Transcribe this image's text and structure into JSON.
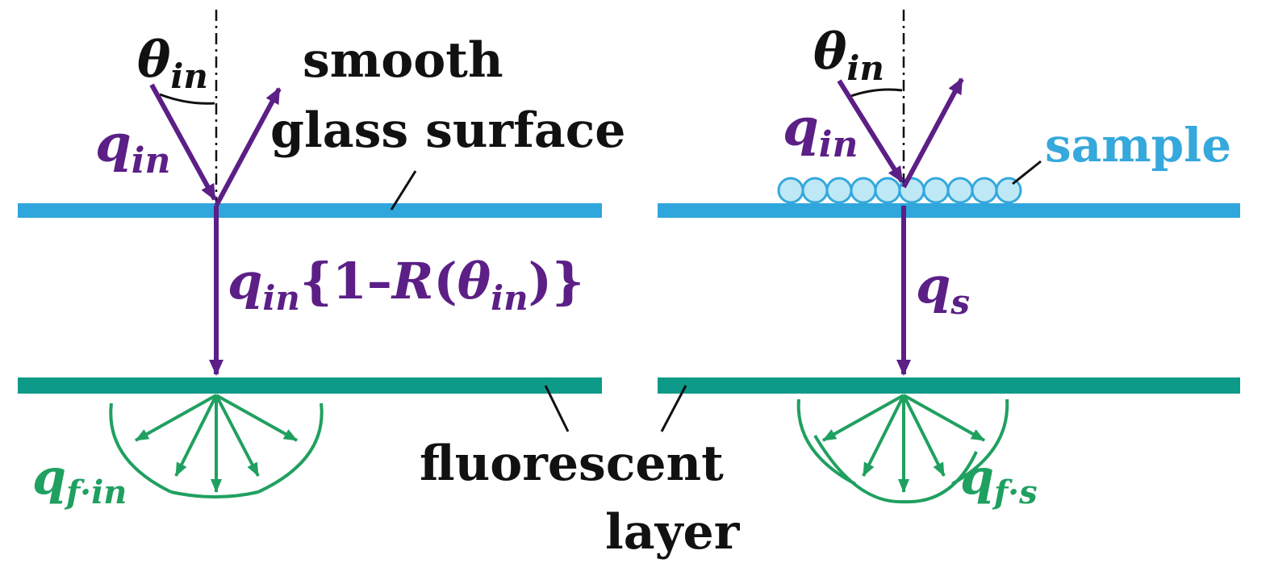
{
  "colors": {
    "glass": "#2fa6dc",
    "fluorescent": "#0e9a88",
    "incident": "#5b1f86",
    "emission": "#20a060",
    "sample": "#35a8dc",
    "text": "#111111"
  },
  "left_panel": {
    "theta_label": {
      "base": "θ",
      "sub": "in"
    },
    "incident_label": {
      "base": "q",
      "sub": "in"
    },
    "surface_label_line1": "smooth",
    "surface_label_line2": "glass surface",
    "transmitted_label": {
      "base": "q",
      "sub1": "in",
      "mid": "{1–",
      "R": "R",
      "paren_open": "(",
      "theta": "θ",
      "sub2": "in",
      "close": ")}"
    },
    "emission_label": {
      "base": "q",
      "sub": "f·in"
    }
  },
  "right_panel": {
    "theta_label": {
      "base": "θ",
      "sub": "in"
    },
    "incident_label": {
      "base": "q",
      "sub": "in"
    },
    "sample_label": "sample",
    "transmitted_label": {
      "base": "q",
      "sub": "s"
    },
    "emission_label": {
      "base": "q",
      "sub": "f·s"
    }
  },
  "shared": {
    "fluorescent_line1": "fluorescent",
    "fluorescent_line2": "layer"
  }
}
